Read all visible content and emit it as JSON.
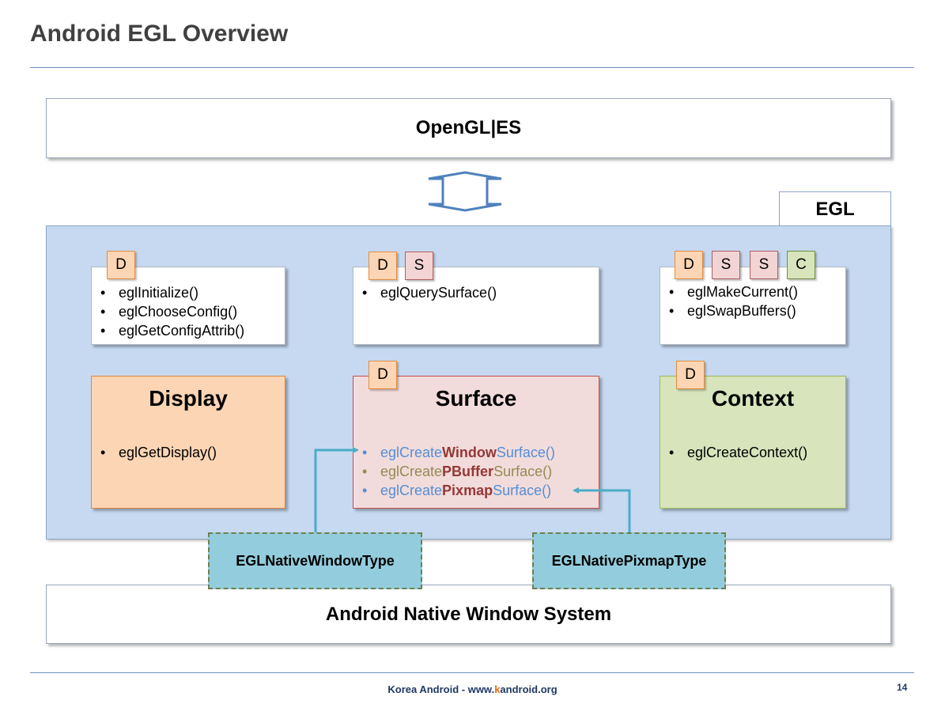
{
  "title": "Android EGL Overview",
  "opengl_es": {
    "label": "OpenGL|ES"
  },
  "egl": {
    "label": "EGL"
  },
  "api_boxes": {
    "display": {
      "tags": [
        "D"
      ],
      "functions": [
        "eglInitialize()",
        "eglChooseConfig()",
        "eglGetConfigAttrib()"
      ]
    },
    "surface": {
      "tags": [
        "D",
        "S"
      ],
      "functions": [
        "eglQuerySurface()"
      ]
    },
    "context": {
      "tags": [
        "D",
        "S",
        "S",
        "C"
      ],
      "functions": [
        "eglMakeCurrent()",
        "eglSwapBuffers()"
      ]
    }
  },
  "components": {
    "display": {
      "title": "Display",
      "functions": [
        "eglGetDisplay()"
      ]
    },
    "surface": {
      "title": "Surface",
      "tag": "D",
      "functions": [
        {
          "prefix": "eglCreate",
          "highlight": "Window",
          "suffix": "Surface()"
        },
        {
          "prefix": "eglCreate",
          "highlight": "PBuffer",
          "suffix": "Surface()"
        },
        {
          "prefix": "eglCreate",
          "highlight": "Pixmap",
          "suffix": "Surface()"
        }
      ]
    },
    "context": {
      "title": "Context",
      "tag": "D",
      "functions": [
        "eglCreateContext()"
      ]
    }
  },
  "native_types": {
    "window": "EGLNativeWindowType",
    "pixmap": "EGLNativePixmapType"
  },
  "native_system": {
    "label": "Android Native Window System"
  },
  "footer": {
    "prefix": "Korea Android - www.",
    "highlight": "k",
    "suffix": "android.org",
    "page": "14"
  },
  "colors": {
    "display_fill": "#fcd5b4",
    "display_border": "#e3853a",
    "surface_fill": "#f2dcdb",
    "surface_border": "#c0504d",
    "context_fill": "#d7e4bc",
    "context_border": "#9bbb59",
    "egl_fill": "#c6d9f1",
    "native_type_fill": "#93cddd",
    "arrow": "#4bacc6",
    "double_arrow": "#4f81bd"
  }
}
